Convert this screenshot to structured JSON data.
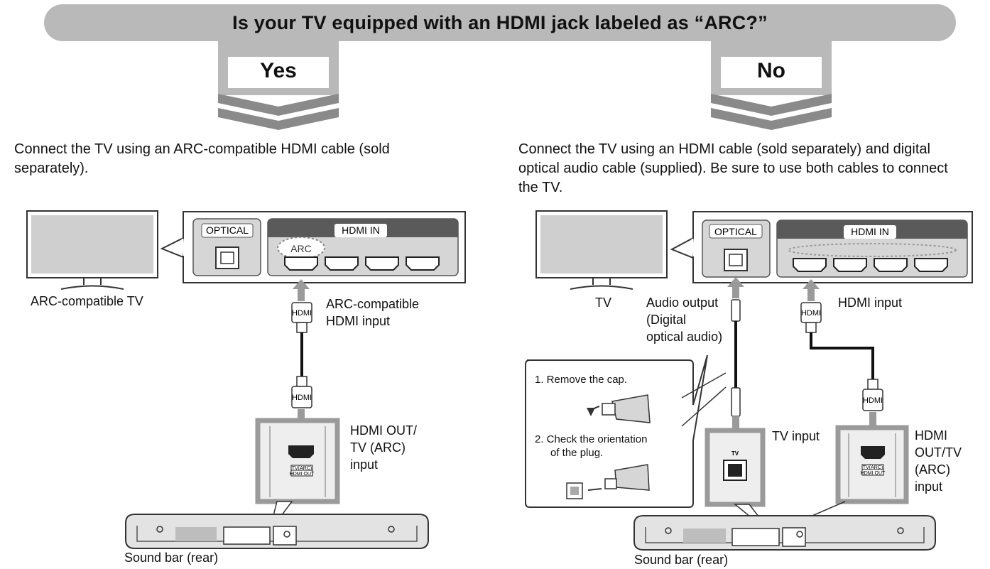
{
  "question": "Is your TV equipped with an HDMI jack labeled as “ARC?”",
  "yes": {
    "label": "Yes",
    "instruction_line1": "Connect the TV using an ARC-compatible HDMI cable (sold",
    "instruction_line2": "separately).",
    "panel_optical": "OPTICAL",
    "panel_hdmi_in": "HDMI IN",
    "arc_tag": "ARC",
    "tv_label": "ARC-compatible TV",
    "plug_top": "HDMI",
    "plug_bottom": "HDMI",
    "input_label_line1": "ARC-compatible",
    "input_label_line2": "HDMI input",
    "port_label_line1": "HDMI OUT/",
    "port_label_line2": "TV (ARC)",
    "port_label_line3": "input",
    "port_print_1": "TV(ARC)",
    "port_print_2": "HDMI OUT",
    "soundbar_label": "Sound bar (rear)"
  },
  "no": {
    "label": "No",
    "instruction_line1": "Connect the TV using an HDMI cable (sold separately) and digital",
    "instruction_line2": "optical audio cable (supplied). Be sure to use both cables to connect",
    "instruction_line3": "the TV.",
    "panel_optical": "OPTICAL",
    "panel_hdmi_in": "HDMI IN",
    "tv_label": "TV",
    "audio_line1": "Audio output",
    "audio_line2": "(Digital",
    "audio_line3": "optical audio)",
    "hdmi_input_label": "HDMI input",
    "plug_top": "HDMI",
    "plug_bottom": "HDMI",
    "callout_step1": "1.  Remove the cap.",
    "callout_step2_line1": "2.  Check the orientation",
    "callout_step2_line2": "of the plug.",
    "tv_input_label": "TV input",
    "tv_port_print": "TV",
    "port_label_line1": "HDMI",
    "port_label_line2": "OUT/TV",
    "port_label_line3": "(ARC)",
    "port_label_line4": "input",
    "port_print_1": "TV(ARC)",
    "port_print_2": "HDMI OUT",
    "soundbar_label": "Sound bar (rear)"
  }
}
